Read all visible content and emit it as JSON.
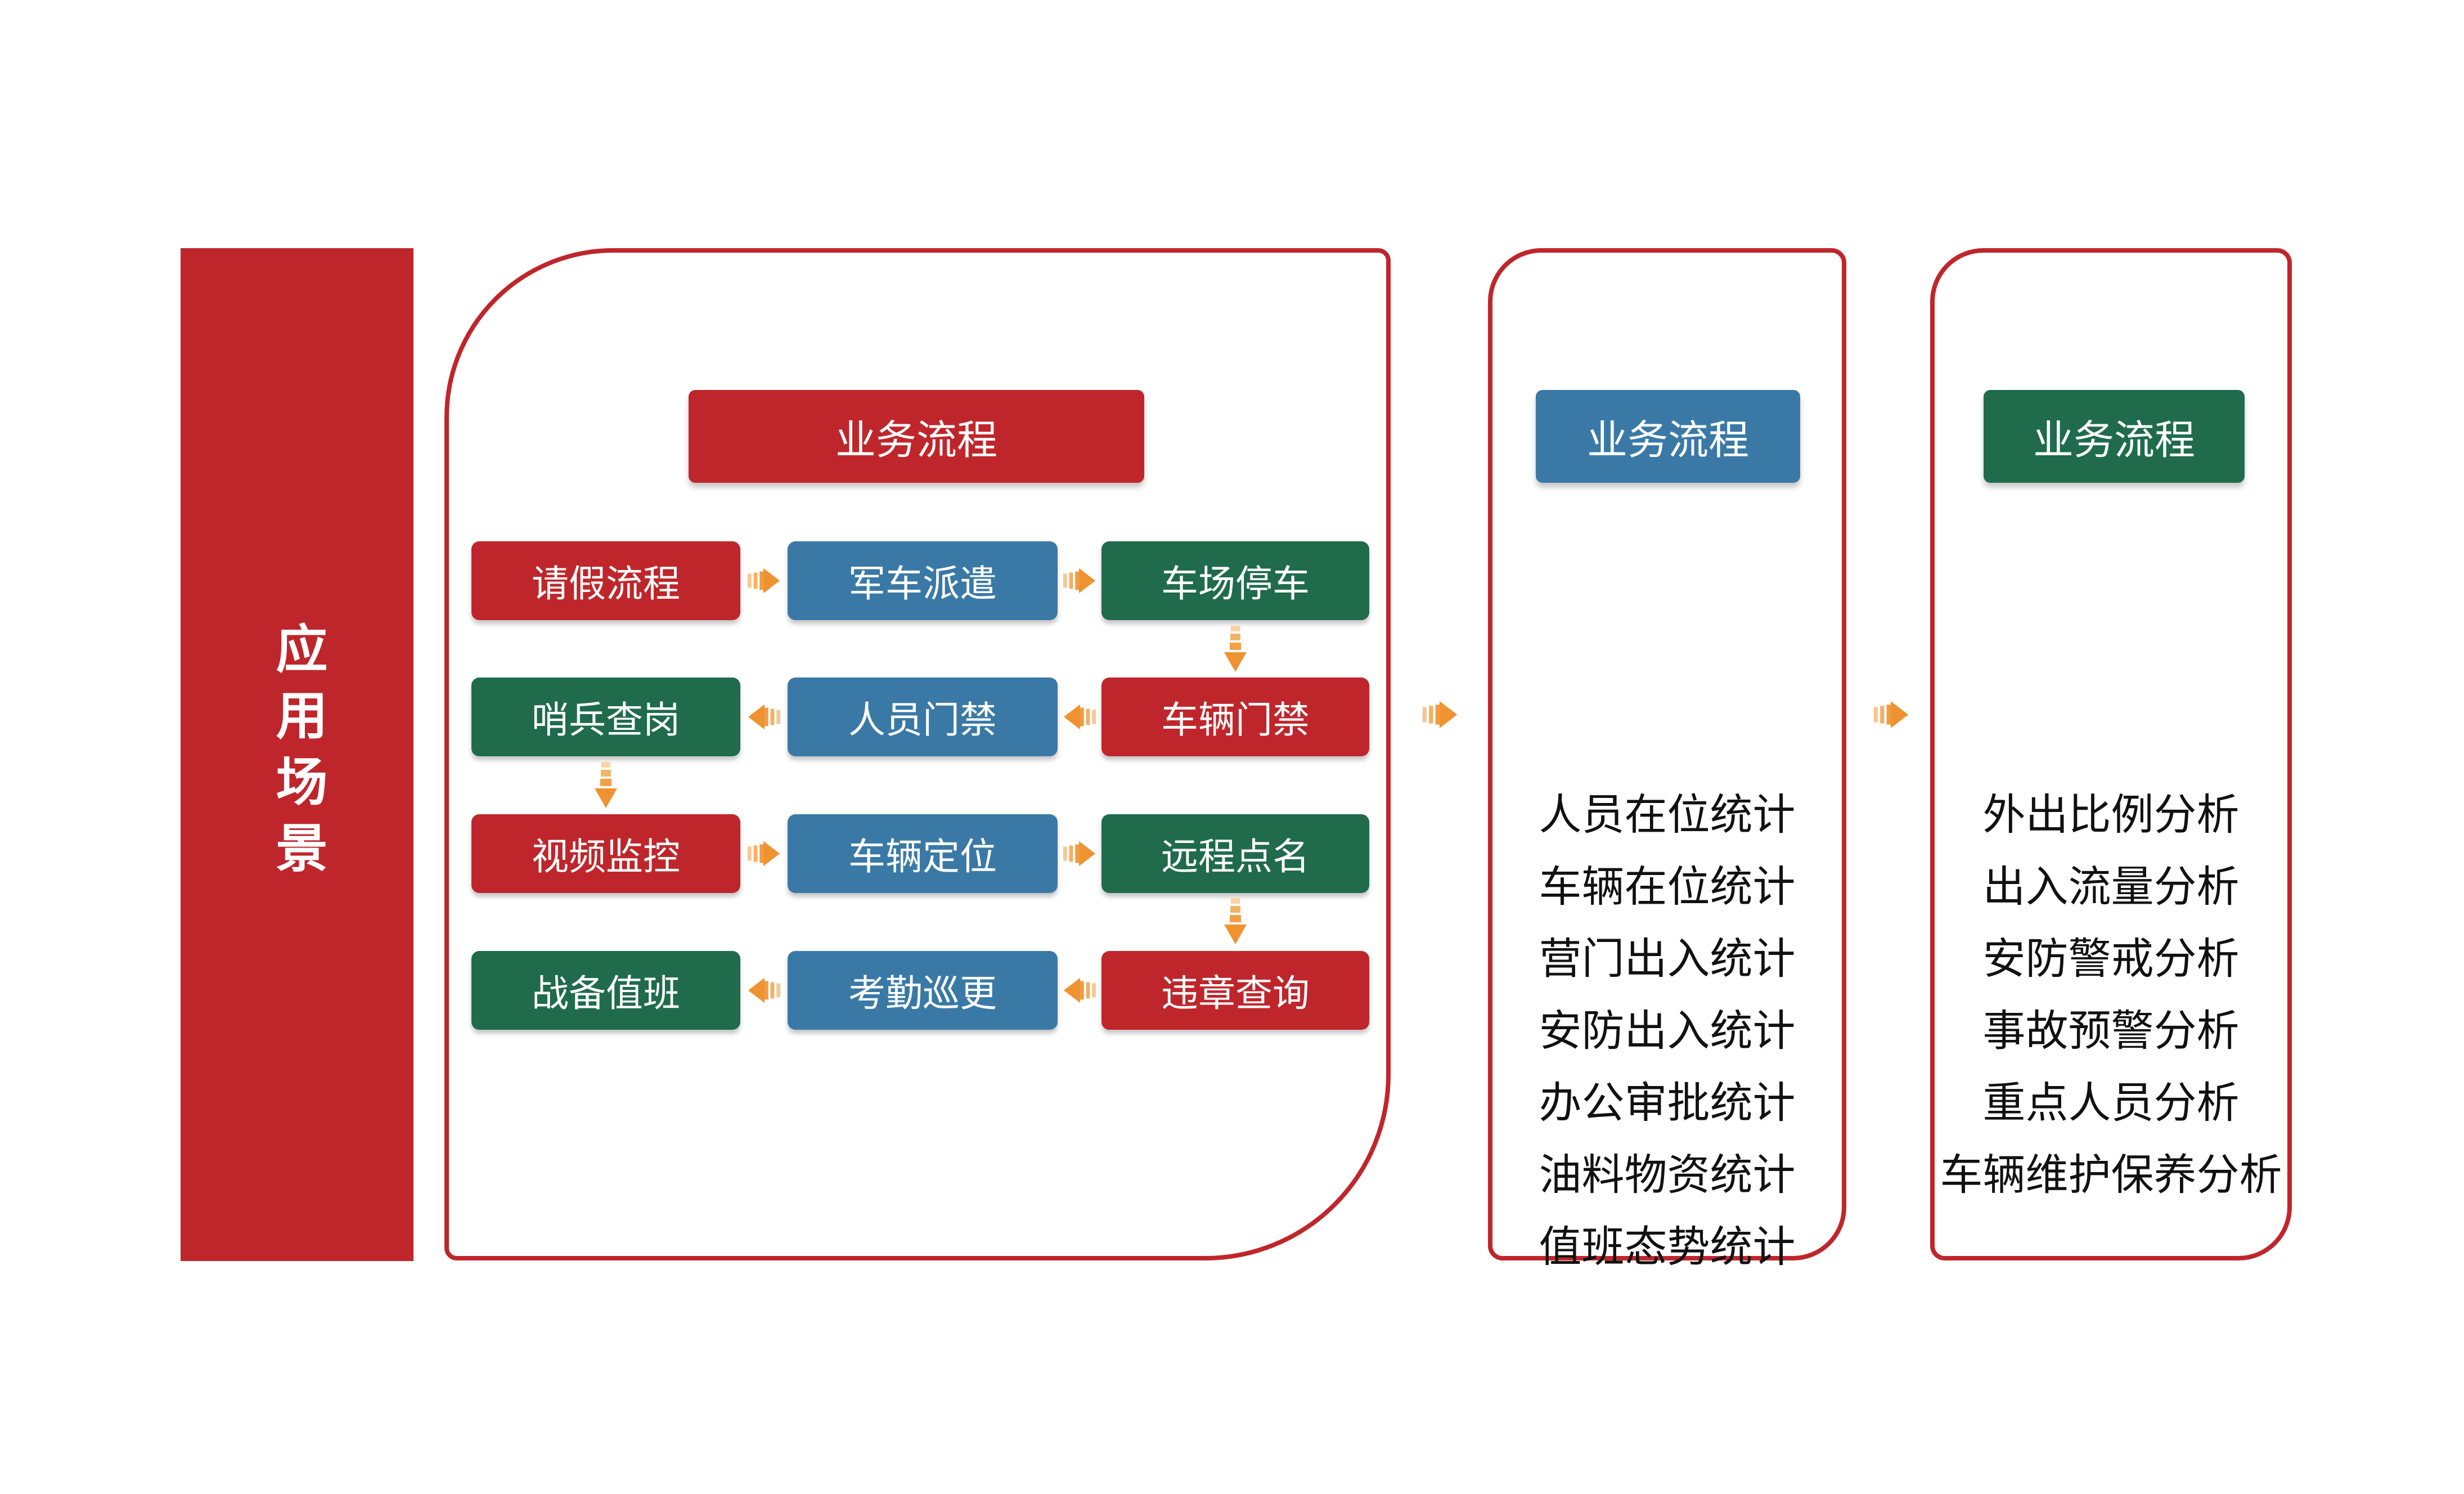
{
  "palette": {
    "red": "#BF262B",
    "blue": "#3A79A6",
    "green": "#1F6B4C",
    "arrow_orange": "#EE9330",
    "arrow_stripe_light": "#F6C793",
    "arrow_stripe_mid": "#F3B064",
    "arrow_stripe_dark": "#F09C42",
    "text_dark": "#111111",
    "background": "#FFFFFF"
  },
  "icons": {
    "flow_right": "arrow-right-icon",
    "flow_left": "arrow-left-icon",
    "flow_down": "arrow-down-icon"
  },
  "sidebar": {
    "label": "应用场景"
  },
  "flow_panel": {
    "header": "业务流程",
    "rows": [
      {
        "direction": "right",
        "cells": [
          {
            "label": "请假流程",
            "color": "red"
          },
          {
            "label": "军车派遣",
            "color": "blue"
          },
          {
            "label": "车场停车",
            "color": "green"
          }
        ]
      },
      {
        "direction": "left",
        "cells": [
          {
            "label": "哨兵查岗",
            "color": "green"
          },
          {
            "label": "人员门禁",
            "color": "blue"
          },
          {
            "label": "车辆门禁",
            "color": "red"
          }
        ]
      },
      {
        "direction": "right",
        "cells": [
          {
            "label": "视频监控",
            "color": "red"
          },
          {
            "label": "车辆定位",
            "color": "blue"
          },
          {
            "label": "远程点名",
            "color": "green"
          }
        ]
      },
      {
        "direction": "left",
        "cells": [
          {
            "label": "战备值班",
            "color": "green"
          },
          {
            "label": "考勤巡更",
            "color": "blue"
          },
          {
            "label": "违章查询",
            "color": "red"
          }
        ]
      }
    ]
  },
  "stats_panel": {
    "header": "业务流程",
    "items": [
      "人员在位统计",
      "车辆在位统计",
      "营门出入统计",
      "安防出入统计",
      "办公审批统计",
      "油料物资统计",
      "值班态势统计"
    ]
  },
  "analysis_panel": {
    "header": "业务流程",
    "items": [
      "外出比例分析",
      "出入流量分析",
      "安防警戒分析",
      "事故预警分析",
      "重点人员分析",
      "车辆维护保养分析"
    ]
  }
}
